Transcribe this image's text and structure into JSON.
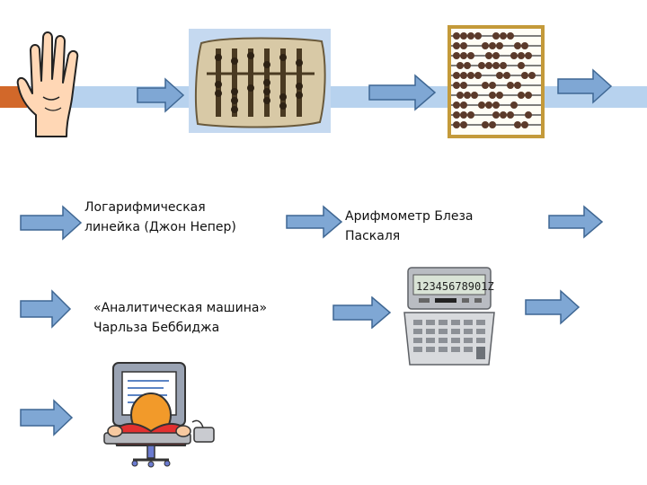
{
  "slide": {
    "captions": {
      "slide_rule": "Логарифмическая\nлинейка (Джон Непер)",
      "pascal": "Арифмометр Блеза\nПаскаля",
      "babbage": "«Аналитическая машина»\nЧарльза Беббиджа"
    },
    "calculator_display": "12345678901Z",
    "icons": [
      "hand-icon",
      "ancient-abacus-icon",
      "abacus-icon",
      "calculator-icon",
      "computer-user-icon",
      "arrow-icon"
    ],
    "colors": {
      "band": "#b7d2ee",
      "band_accent": "#d2682a",
      "arrow_fill": "#7fa7d4",
      "arrow_stroke": "#3f6793"
    }
  }
}
